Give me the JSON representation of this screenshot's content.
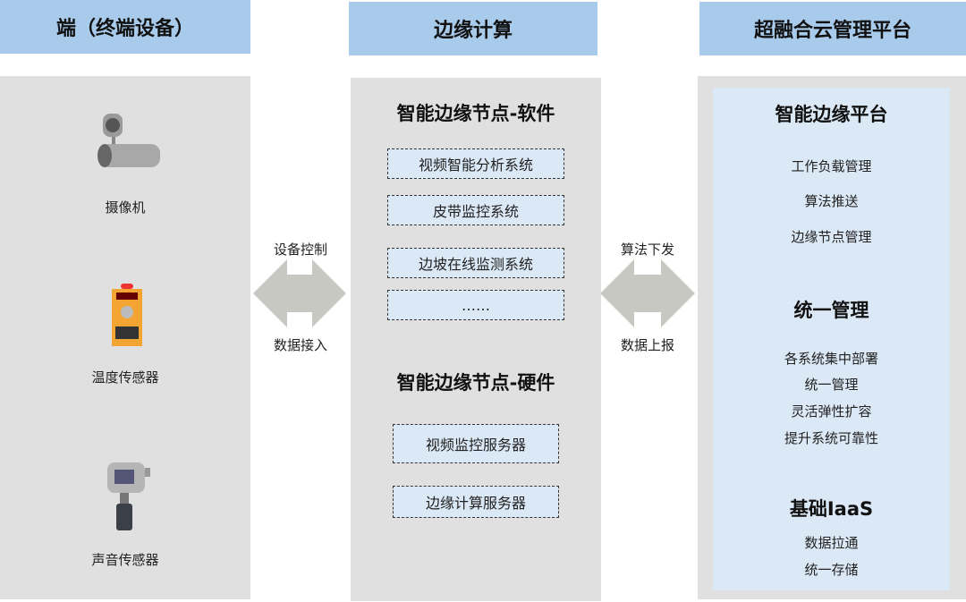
{
  "columns": {
    "terminal": {
      "header": "端（终端设备）",
      "devices": [
        {
          "label": "摄像机",
          "icon": "camera-icon"
        },
        {
          "label": "温度传感器",
          "icon": "temperature-sensor-icon"
        },
        {
          "label": "声音传感器",
          "icon": "sound-sensor-icon"
        }
      ]
    },
    "edge": {
      "header": "边缘计算",
      "software_title": "智能边缘节点-软件",
      "software": [
        "视频智能分析系统",
        "皮带监控系统",
        "边坡在线监测系统",
        "……"
      ],
      "hardware_title": "智能边缘节点-硬件",
      "hardware": [
        "视频监控服务器",
        "边缘计算服务器"
      ]
    },
    "cloud": {
      "header": "超融合云管理平台",
      "sections": [
        {
          "title": "智能边缘平台",
          "items": [
            "工作负载管理",
            "算法推送",
            "边缘节点管理"
          ]
        },
        {
          "title": "统一管理",
          "items": [
            "各系统集中部署",
            "统一管理",
            "灵活弹性扩容",
            "提升系统可靠性"
          ]
        },
        {
          "title": "基础IaaS",
          "items": [
            "数据拉通",
            "统一存储"
          ]
        }
      ]
    }
  },
  "arrows": [
    {
      "top": "设备控制",
      "bottom": "数据接入"
    },
    {
      "top": "算法下发",
      "bottom": "数据上报"
    }
  ],
  "colors": {
    "header": "#a8caeb",
    "panel": "#e0e0e0",
    "box": "#dbe8f6",
    "arrow": "#c8c8c2"
  }
}
